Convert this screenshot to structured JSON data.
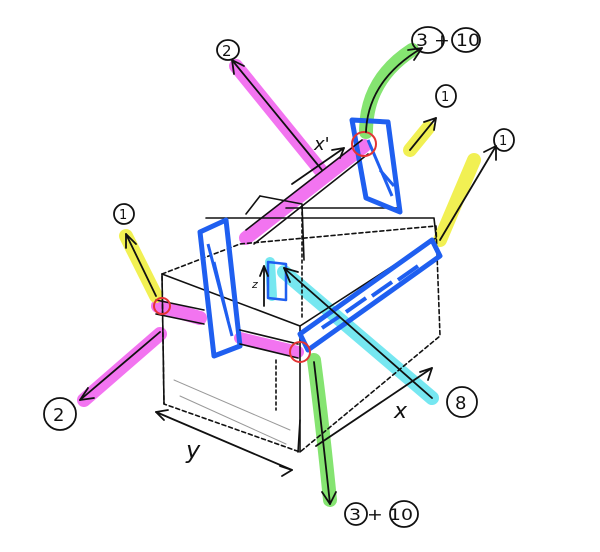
{
  "labels": {
    "top_right": "3 + 10",
    "bottom": "3 + 10",
    "top_left_magenta": "2",
    "bottom_left_magenta": "2",
    "left_yellow": "1",
    "right_yellow_upper": "1",
    "right_yellow_lower": "1",
    "cyan": "8",
    "axis_x": "x",
    "axis_x_prime": "x'",
    "axis_y": "y",
    "axis_z": "z"
  },
  "colors": {
    "green": "#7fe36a",
    "magenta": "#f26df0",
    "yellow": "#f1f04a",
    "cyan": "#6fe6f0",
    "blue": "#1f5ff0",
    "ink": "#111111",
    "red": "#e33434"
  }
}
